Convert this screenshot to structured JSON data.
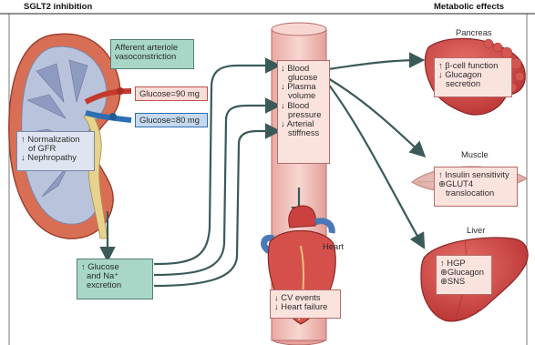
{
  "header": {
    "left_title": "SGLT2 inhibition",
    "right_title": "Metabolic effects"
  },
  "kidney": {
    "afferent_box": [
      "Afferent arteriole",
      "vasoconstriction"
    ],
    "glucose_in": "Glucose=90 mg",
    "glucose_out": "Glucose=80 mg",
    "gfr_box": [
      "↑ Normalization",
      "of GFR",
      "↓ Nephropathy"
    ]
  },
  "excretion_box": [
    "↑ Glucose",
    "and Na⁺",
    "excretion"
  ],
  "central_box": [
    "↓ Blood",
    "glucose",
    "↓ Plasma",
    "volume",
    "↓ Blood",
    "pressure",
    "↓ Arterial",
    "stiffness"
  ],
  "heart": {
    "label": "Heart",
    "box": [
      "↓ CV events",
      "↓ Heart failure"
    ]
  },
  "pancreas": {
    "label": "Pancreas",
    "box": [
      "↑ β-cell function",
      "↓ Glucagon",
      "secretion"
    ]
  },
  "muscle": {
    "label": "Muscle",
    "box": [
      "↑ Insulin sensitivity",
      "⊕GLUT4",
      "translocation"
    ]
  },
  "liver": {
    "label": "Liver",
    "box": [
      "↑ HGP",
      "⊕Glucagon",
      "⊕SNS"
    ]
  },
  "colors": {
    "pink_box": "#fbe3dd",
    "teal_box": "#a8d7c8",
    "organ_red": "#c9403f",
    "arrow": "#3a5a5a"
  }
}
